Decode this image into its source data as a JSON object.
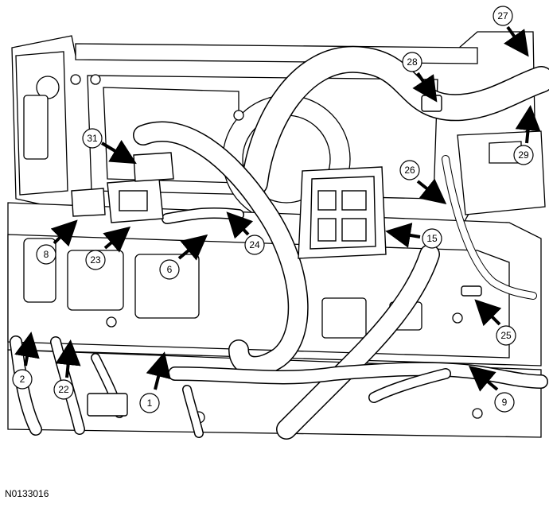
{
  "figure": {
    "id": "N0133016",
    "callouts": [
      {
        "label": "1"
      },
      {
        "label": "2"
      },
      {
        "label": "6"
      },
      {
        "label": "8"
      },
      {
        "label": "9"
      },
      {
        "label": "15"
      },
      {
        "label": "22"
      },
      {
        "label": "23"
      },
      {
        "label": "24"
      },
      {
        "label": "25"
      },
      {
        "label": "26"
      },
      {
        "label": "27"
      },
      {
        "label": "28"
      },
      {
        "label": "29"
      },
      {
        "label": "31"
      }
    ]
  }
}
